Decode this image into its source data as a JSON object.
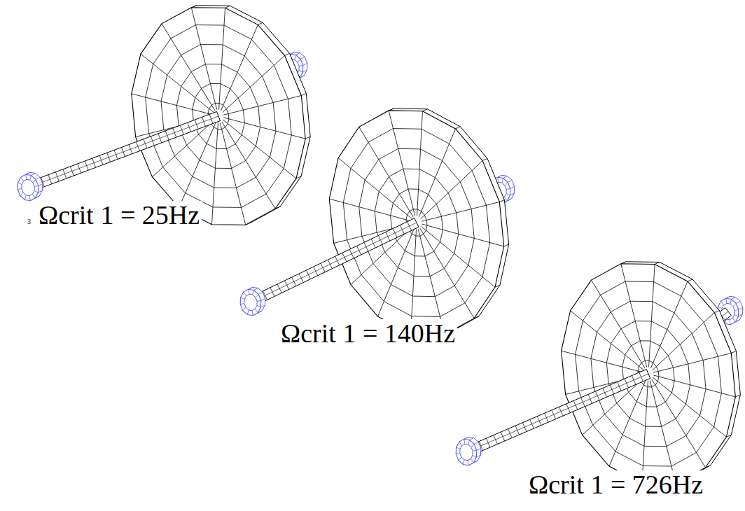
{
  "diagram": {
    "labels": [
      "3",
      "Ωcrit 1 = 25Hz",
      "Ωcrit 1 = 140Hz",
      "Ωcrit 1 = 726Hz"
    ]
  }
}
